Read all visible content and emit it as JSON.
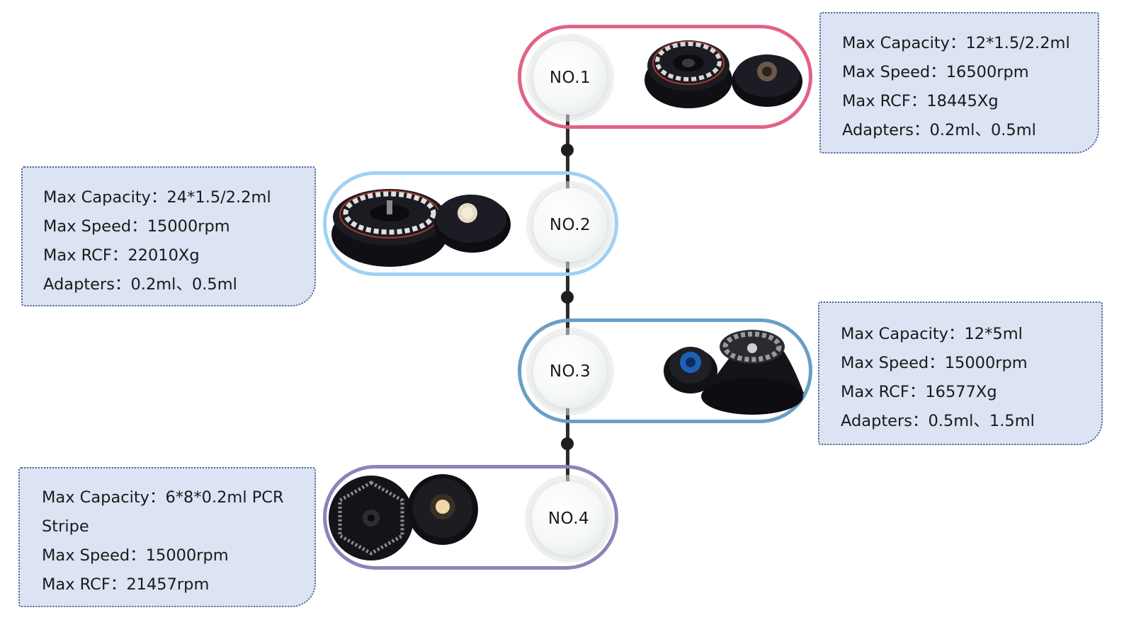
{
  "colors": {
    "rotor1_border": "#e06383",
    "rotor2_border": "#9fd1f2",
    "rotor3_border": "#6a9ec6",
    "rotor4_border": "#8f82b8",
    "info_background": "#dce3f3",
    "info_border": "#4d6590",
    "timeline": "#2b2b2b"
  },
  "rotors": [
    {
      "label": "NO.1",
      "specs": [
        "Max Capacity：12*1.5/2.2ml",
        "Max Speed：16500rpm",
        "Max RCF：18445Xg",
        "Adapters：0.2ml、0.5ml"
      ]
    },
    {
      "label": "NO.2",
      "specs": [
        "Max Capacity：24*1.5/2.2ml",
        "Max Speed：15000rpm",
        "Max RCF：22010Xg",
        "Adapters：0.2ml、0.5ml"
      ]
    },
    {
      "label": "NO.3",
      "specs": [
        "Max Capacity：12*5ml",
        "Max Speed：15000rpm",
        "Max RCF：16577Xg",
        "Adapters：0.5ml、1.5ml"
      ]
    },
    {
      "label": "NO.4",
      "specs": [
        "Max Capacity：6*8*0.2ml PCR",
        "Stripe",
        "Max Speed：15000rpm",
        "Max RCF：21457rpm"
      ]
    }
  ]
}
